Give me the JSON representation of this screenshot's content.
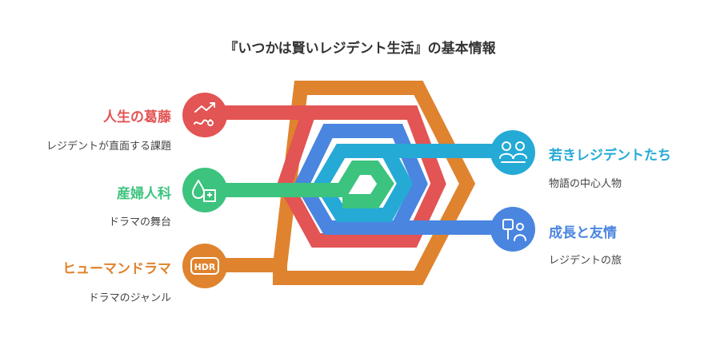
{
  "title": "『いつかは賢いレジデント生活』の基本情報",
  "colors": {
    "red": "#e35454",
    "orange": "#e0832e",
    "green": "#3cc37e",
    "blue": "#4a85e0",
    "cyan": "#25aad6"
  },
  "items": {
    "conflict": {
      "label": "人生の葛藤",
      "desc": "レジデントが直面する課題",
      "icon": "chart-trend-icon"
    },
    "obgyn": {
      "label": "産婦人科",
      "desc": "ドラマの舞台",
      "icon": "hospital-drop-icon"
    },
    "genre": {
      "label": "ヒューマンドラマ",
      "desc": "ドラマのジャンル",
      "icon": "hdr-icon"
    },
    "residents": {
      "label": "若きレジデントたち",
      "desc": "物語の中心人物",
      "icon": "people-group-icon"
    },
    "growth": {
      "label": "成長と友情",
      "desc": "レジデントの旅",
      "icon": "friendship-icon"
    }
  }
}
